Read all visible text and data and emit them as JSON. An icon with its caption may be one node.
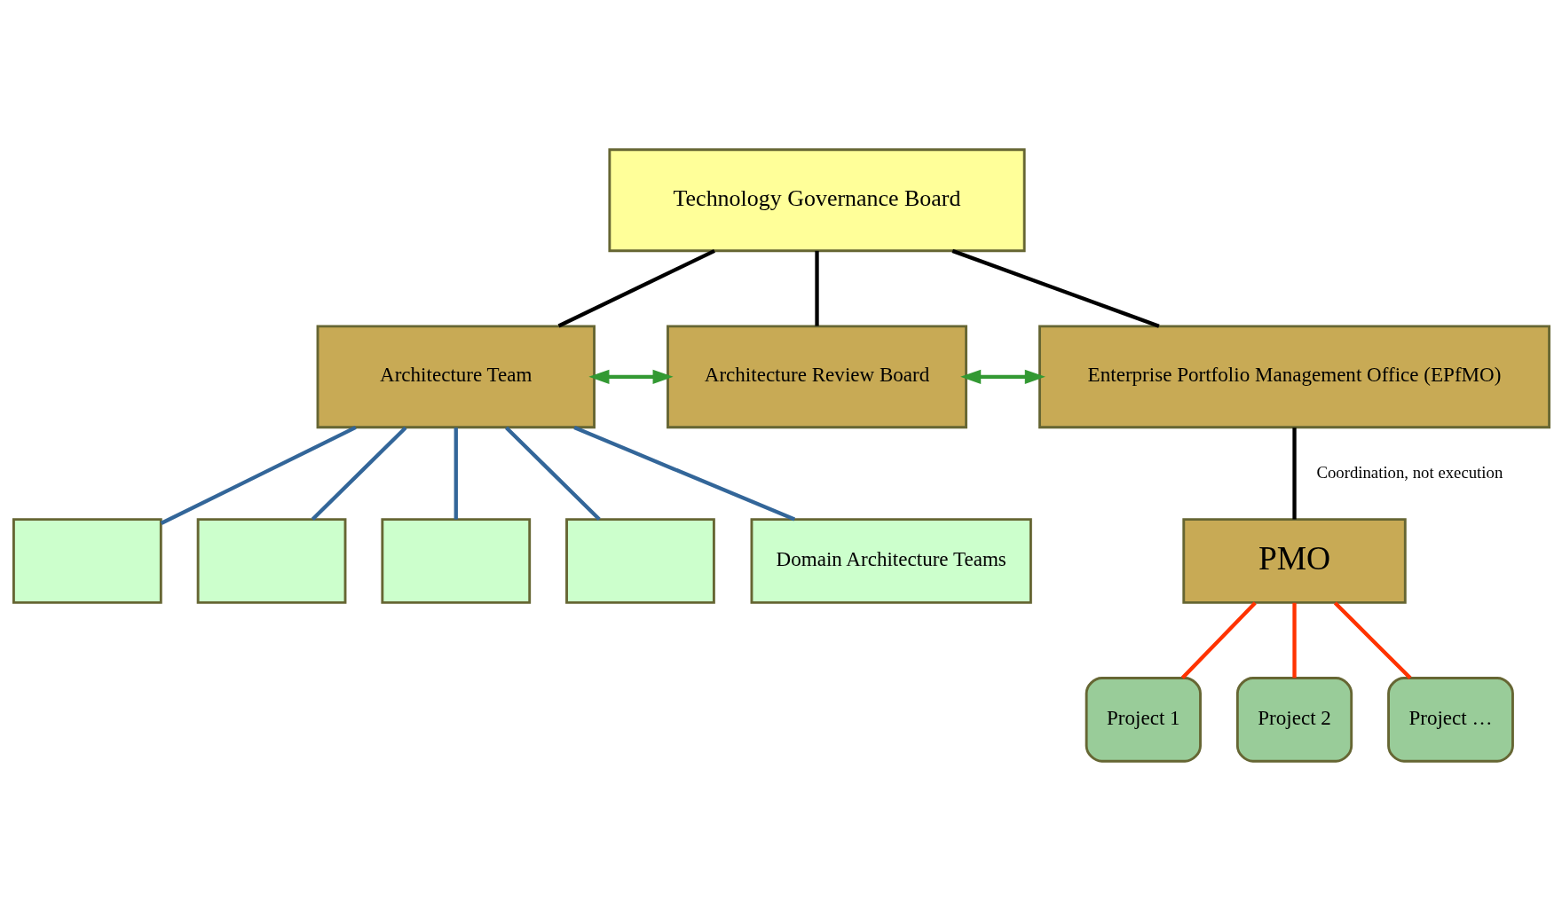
{
  "diagram": {
    "nodes": [
      {
        "text": [
          "Technology Governance Board"
        ]
      },
      {
        "text": [
          "Architecture Team"
        ]
      },
      {
        "text": [
          "Architecture Review Board"
        ]
      },
      {
        "text": [
          "Enterprise Portfolio Management Office (EPfMO)"
        ]
      },
      {
        "text": [],
        "shape": "box"
      },
      {
        "text": [],
        "shape": "box"
      },
      {
        "text": [],
        "shape": "box"
      },
      {
        "text": [],
        "shape": "box"
      },
      {
        "text": [
          "Domain Architecture Teams"
        ]
      },
      {
        "text": [
          "PMO"
        ]
      },
      {
        "text": [
          "Project 1"
        ]
      },
      {
        "text": [
          "Project 2"
        ]
      },
      {
        "text": [
          "Project …"
        ]
      }
    ],
    "edges": [
      {
        "from": 0,
        "to": 1,
        "arrow": "none",
        "color": "#000000"
      },
      {
        "from": 0,
        "to": 2,
        "arrow": "none",
        "color": "#000000"
      },
      {
        "from": 0,
        "to": 3,
        "arrow": "none",
        "color": "#000000"
      },
      {
        "from": 1,
        "to": 2,
        "arrow": "both",
        "color": "#339933"
      },
      {
        "from": 2,
        "to": 3,
        "arrow": "both",
        "color": "#339933"
      },
      {
        "from": 1,
        "to": 4,
        "arrow": "none",
        "color": "#336699"
      },
      {
        "from": 1,
        "to": 5,
        "arrow": "none",
        "color": "#336699"
      },
      {
        "from": 1,
        "to": 6,
        "arrow": "none",
        "color": "#336699"
      },
      {
        "from": 1,
        "to": 7,
        "arrow": "none",
        "color": "#336699"
      },
      {
        "from": 1,
        "to": 8,
        "arrow": "none",
        "color": "#336699"
      },
      {
        "from": 3,
        "to": 9,
        "arrow": "none",
        "label": "Coordination, not execution",
        "color": "#000000"
      },
      {
        "from": 9,
        "to": 10,
        "arrow": "none",
        "color": "#ff3300"
      },
      {
        "from": 9,
        "to": 11,
        "arrow": "none",
        "color": "#ff3300"
      },
      {
        "from": 9,
        "to": 12,
        "arrow": "none",
        "color": "#ff3300"
      }
    ]
  }
}
